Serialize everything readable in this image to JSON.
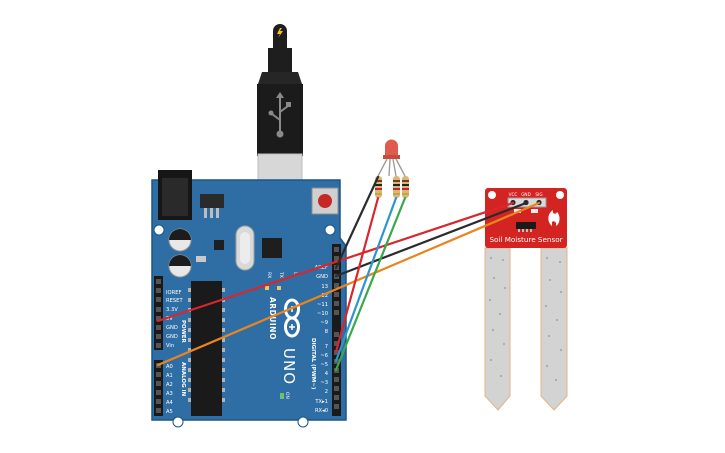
{
  "board": {
    "brand": "ARDUINO",
    "model": "UNO",
    "on_label": "ON",
    "tx_label": "TX",
    "rx_label": "RX",
    "l_label": "L",
    "power_header_label": "POWER",
    "analog_header_label": "ANALOG IN",
    "digital_header_label": "DIGITAL (PWM~)",
    "power_pins": [
      "IOREF",
      "RESET",
      "3.3V",
      "5V",
      "GND",
      "GND",
      "Vin"
    ],
    "analog_pins": [
      "A0",
      "A1",
      "A2",
      "A3",
      "A4",
      "A5"
    ],
    "digital_pins": [
      "AREF",
      "GND",
      "13",
      "12",
      "~11",
      "~10",
      "~9",
      "8",
      "7",
      "~6",
      "~5",
      "4",
      "~3",
      "2",
      "TX▸1",
      "RX◂0"
    ]
  },
  "sensor": {
    "title": "Soil Moisture Sensor",
    "pins": [
      "VCC",
      "GND",
      "SIG"
    ]
  },
  "colors": {
    "board": "#2f6ea4",
    "board_edge": "#1f5585",
    "sensor_pcb": "#d42421",
    "wire_red": "#d9252c",
    "wire_black": "#2b2b2b",
    "wire_orange": "#e8851f",
    "wire_blue": "#2b95cf",
    "wire_green": "#3aa84a",
    "led": "#e05a4e",
    "usb": "#1e1e1e"
  },
  "icons": [
    "usb-plug-icon",
    "lightning-icon",
    "arduino-infinity-logo-icon",
    "sparkfun-flame-icon"
  ]
}
